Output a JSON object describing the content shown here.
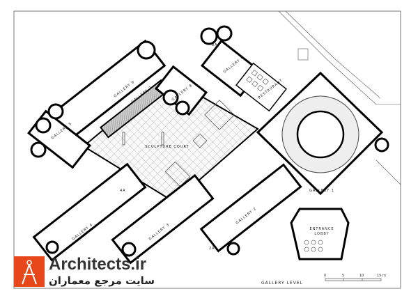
{
  "plan": {
    "title": "GALLERY LEVEL",
    "rooms": {
      "sculpture_court": "SCULPTURE COURT",
      "gallery_1": "GALLERY 1",
      "gallery_2": "GALLERY 2",
      "gallery_2a": "2A",
      "gallery_3": "GALLERY 3",
      "gallery_4": "GALLERY 4",
      "gallery_4a": "4A",
      "gallery_5": "GALLERY 5",
      "gallery_6": "GALLERY 6",
      "gallery_7": "GALLERY 7",
      "gallery_8": "GALLERY 8",
      "gallery_8a": "8A",
      "gallery_9": "GALLERY 9",
      "restaurant": "RESTAURANT",
      "entrance_lobby_1": "ENTRANCE",
      "entrance_lobby_2": "LOBBY"
    },
    "scale_ticks": [
      "0",
      "5",
      "10",
      "15 m"
    ]
  },
  "watermark": {
    "title": "Architects.ir",
    "subtitle": "سایت مرجع معماران"
  },
  "colors": {
    "accent": "#e8471c"
  }
}
